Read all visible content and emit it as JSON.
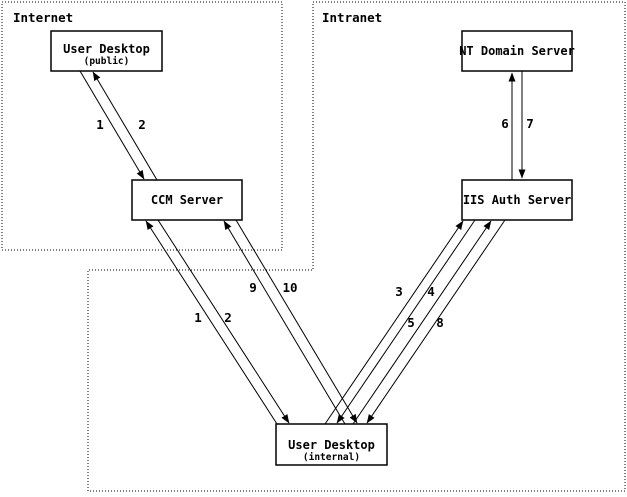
{
  "zones": {
    "internet": {
      "label": "Internet"
    },
    "intranet": {
      "label": "Intranet"
    }
  },
  "nodes": {
    "user_desktop_public": {
      "title": "User Desktop",
      "subtitle": "(public)"
    },
    "ccm_server": {
      "title": "CCM Server"
    },
    "nt_domain_server": {
      "title": "NT Domain Server"
    },
    "iis_auth_server": {
      "title": "IIS Auth Server"
    },
    "user_desktop_internal": {
      "title": "User Desktop",
      "subtitle": "(internal)"
    }
  },
  "steps": {
    "public_to_ccm": "1",
    "ccm_to_public": "2",
    "internal_to_ccm": "1",
    "ccm_to_internal": "2",
    "internal_to_iis_a": "3",
    "iis_to_internal_a": "4",
    "internal_to_iis_b": "5",
    "iis_to_nt": "6",
    "nt_to_iis": "7",
    "iis_to_internal_b": "8",
    "internal_to_ccm_b": "9",
    "ccm_to_internal_b": "10"
  },
  "colors": {
    "ink": "#000000",
    "paper": "#ffffff"
  }
}
